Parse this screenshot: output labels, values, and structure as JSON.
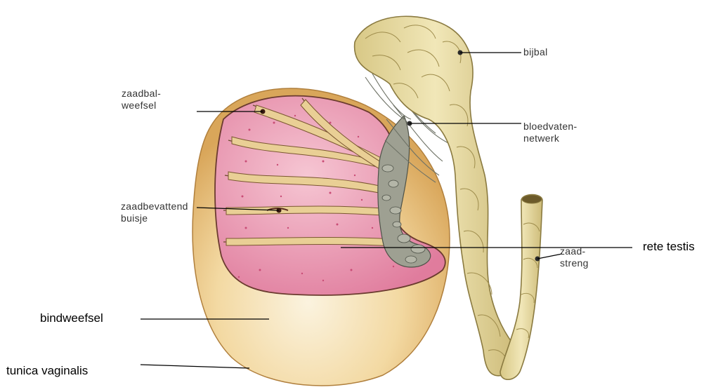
{
  "labels": {
    "zaadbalweefsel": {
      "line1": "zaadbal-",
      "line2": "weefsel"
    },
    "zaadbevattend": {
      "line1": "zaadbevattend",
      "line2": "buisje"
    },
    "bindweefsel": "bindweefsel",
    "tunica": "tunica vaginalis",
    "bijbal": "bijbal",
    "bloedvaten": {
      "line1": "bloedvaten-",
      "line2": "netwerk"
    },
    "rete": "rete testis",
    "zaadstreng": {
      "line1": "zaad-",
      "line2": "streng"
    }
  },
  "colors": {
    "outer": "#e9c27a",
    "outer_light": "#f8ecd2",
    "tissue": "#e586a6",
    "tissue_light": "#f4bccb",
    "septum": "#e5c98c",
    "epididymis": "#ecdfa3",
    "epididymis_shade": "#c9b877",
    "vessels": "#8f9488",
    "line": "#000000"
  }
}
